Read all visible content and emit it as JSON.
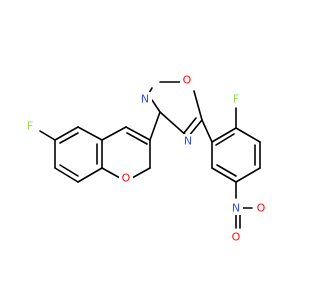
{
  "molecule": {
    "atoms": [
      {
        "name": "F",
        "label": "F",
        "color": "#90E050"
      },
      {
        "name": "O",
        "label": "O",
        "color": "#FF0D0D"
      },
      {
        "name": "N",
        "label": "N",
        "color": "#3050F8"
      },
      {
        "name": "O",
        "label": "O",
        "color": "#FF0D0D"
      },
      {
        "name": "N",
        "label": "N",
        "color": "#3050F8"
      },
      {
        "name": "F",
        "label": "F",
        "color": "#90E050"
      },
      {
        "name": "N",
        "label": "N",
        "color": "#3050F8"
      },
      {
        "name": "O",
        "label": "O",
        "color": "#FF0D0D"
      },
      {
        "name": "O",
        "label": "O",
        "color": "#FF0D0D"
      }
    ]
  }
}
